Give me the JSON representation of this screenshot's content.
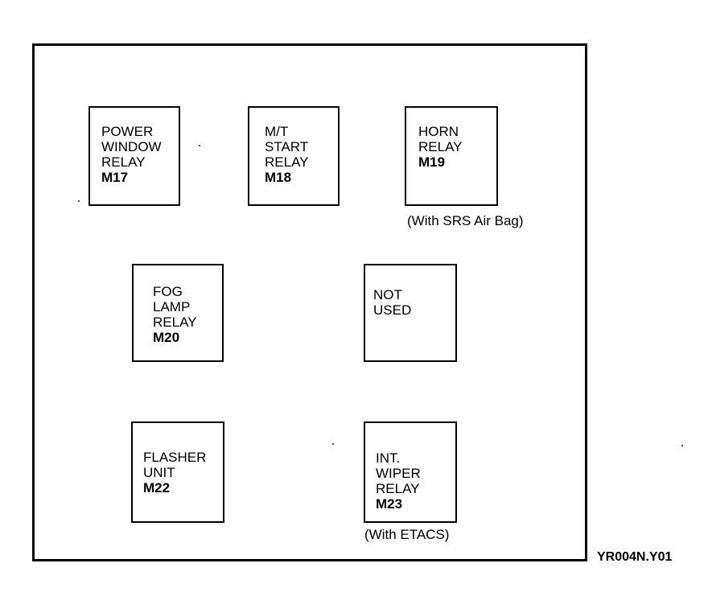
{
  "relays": [
    {
      "id": "power-window",
      "lines": [
        "POWER",
        "WINDOW",
        "RELAY"
      ],
      "code": "M17",
      "note": ""
    },
    {
      "id": "mt-start",
      "lines": [
        "M/T",
        "START",
        "RELAY"
      ],
      "code": "M18",
      "note": ""
    },
    {
      "id": "horn",
      "lines": [
        "HORN",
        "RELAY"
      ],
      "code": "M19",
      "note": "(With SRS Air Bag)"
    },
    {
      "id": "fog-lamp",
      "lines": [
        "FOG",
        "LAMP",
        "RELAY"
      ],
      "code": "M20",
      "note": ""
    },
    {
      "id": "not-used",
      "lines": [
        "NOT",
        "USED"
      ],
      "code": "",
      "note": ""
    },
    {
      "id": "flasher",
      "lines": [
        "FLASHER",
        "UNIT"
      ],
      "code": "M22",
      "note": ""
    },
    {
      "id": "int-wiper",
      "lines": [
        "INT.",
        "WIPER",
        "RELAY"
      ],
      "code": "M23",
      "note": "(With ETACS)"
    }
  ],
  "figure_id": "YR004N.Y01"
}
